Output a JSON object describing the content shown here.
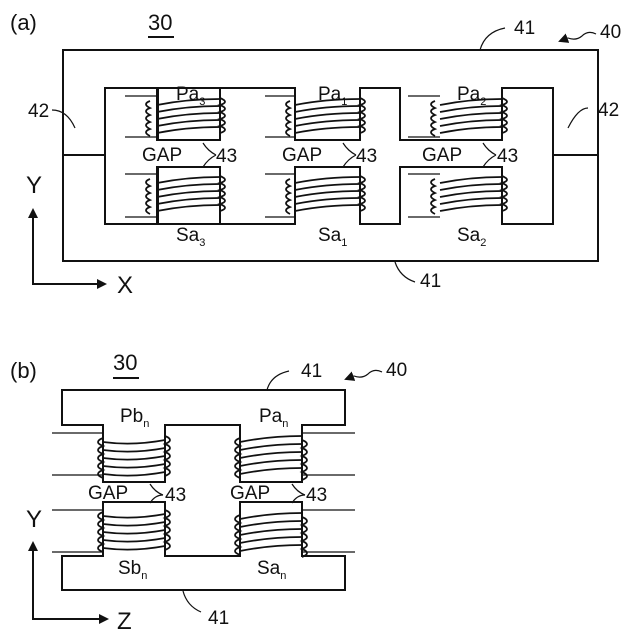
{
  "figure_a": {
    "panel_label": "(a)",
    "device_ref": "30",
    "assembly_ref": "40",
    "core_ref": "41",
    "side_ref": "42",
    "gap_ref": "43",
    "gap_label": "GAP",
    "coils": [
      {
        "base": "Pa",
        "subscript": "3"
      },
      {
        "base": "Pa",
        "subscript": "1"
      },
      {
        "base": "Pa",
        "subscript": "2"
      },
      {
        "base": "Sa",
        "subscript": "3"
      },
      {
        "base": "Sa",
        "subscript": "1"
      },
      {
        "base": "Sa",
        "subscript": "2"
      }
    ],
    "axes": {
      "vertical": "Y",
      "horizontal": "X"
    }
  },
  "figure_b": {
    "panel_label": "(b)",
    "device_ref": "30",
    "assembly_ref": "40",
    "core_ref": "41",
    "gap_ref": "43",
    "gap_label": "GAP",
    "coils": [
      {
        "base": "Pb",
        "subscript": "n"
      },
      {
        "base": "Pa",
        "subscript": "n"
      },
      {
        "base": "Sb",
        "subscript": "n"
      },
      {
        "base": "Sa",
        "subscript": "n"
      }
    ],
    "axes": {
      "vertical": "Y",
      "horizontal": "Z"
    }
  }
}
